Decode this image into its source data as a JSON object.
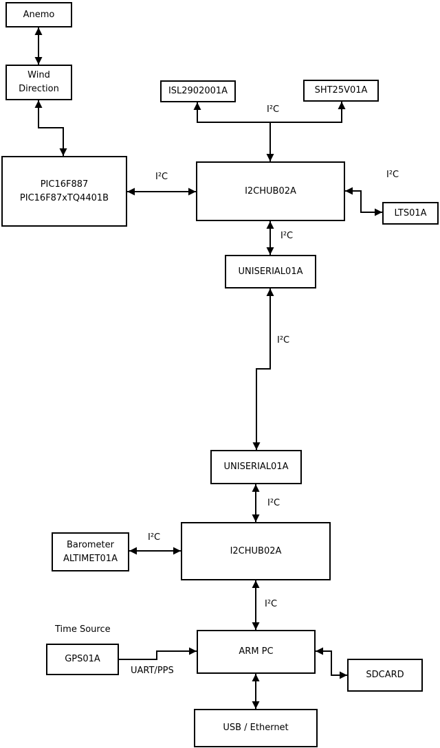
{
  "diagram": {
    "nodes": {
      "anemo": {
        "label": "Anemo"
      },
      "wind_direction": {
        "line1": "Wind",
        "line2": "Direction"
      },
      "pic": {
        "line1": "PIC16F887",
        "line2": "PIC16F87xTQ4401B"
      },
      "isl": {
        "label": "ISL2902001A"
      },
      "sht": {
        "label": "SHT25V01A"
      },
      "i2c_hub_top": {
        "label": "I2CHUB02A"
      },
      "lts": {
        "label": "LTS01A"
      },
      "uniserial_top": {
        "label": "UNISERIAL01A"
      },
      "uniserial_bottom": {
        "label": "UNISERIAL01A"
      },
      "i2c_hub_bottom": {
        "label": "I2CHUB02A"
      },
      "barometer": {
        "line1": "Barometer",
        "line2": "ALTIMET01A"
      },
      "arm_pc": {
        "label": "ARM PC"
      },
      "gps": {
        "label": "GPS01A"
      },
      "sdcard": {
        "label": "SDCARD"
      },
      "usb_ethernet": {
        "label": "USB / Ethernet"
      }
    },
    "edge_labels": {
      "i2c": "I²C",
      "time_source": "Time Source",
      "uart_pps": "UART/PPS"
    },
    "colors": {
      "line": "#000000",
      "box_fill": "#ffffff",
      "background": "#ffffff",
      "text": "#000000"
    }
  }
}
